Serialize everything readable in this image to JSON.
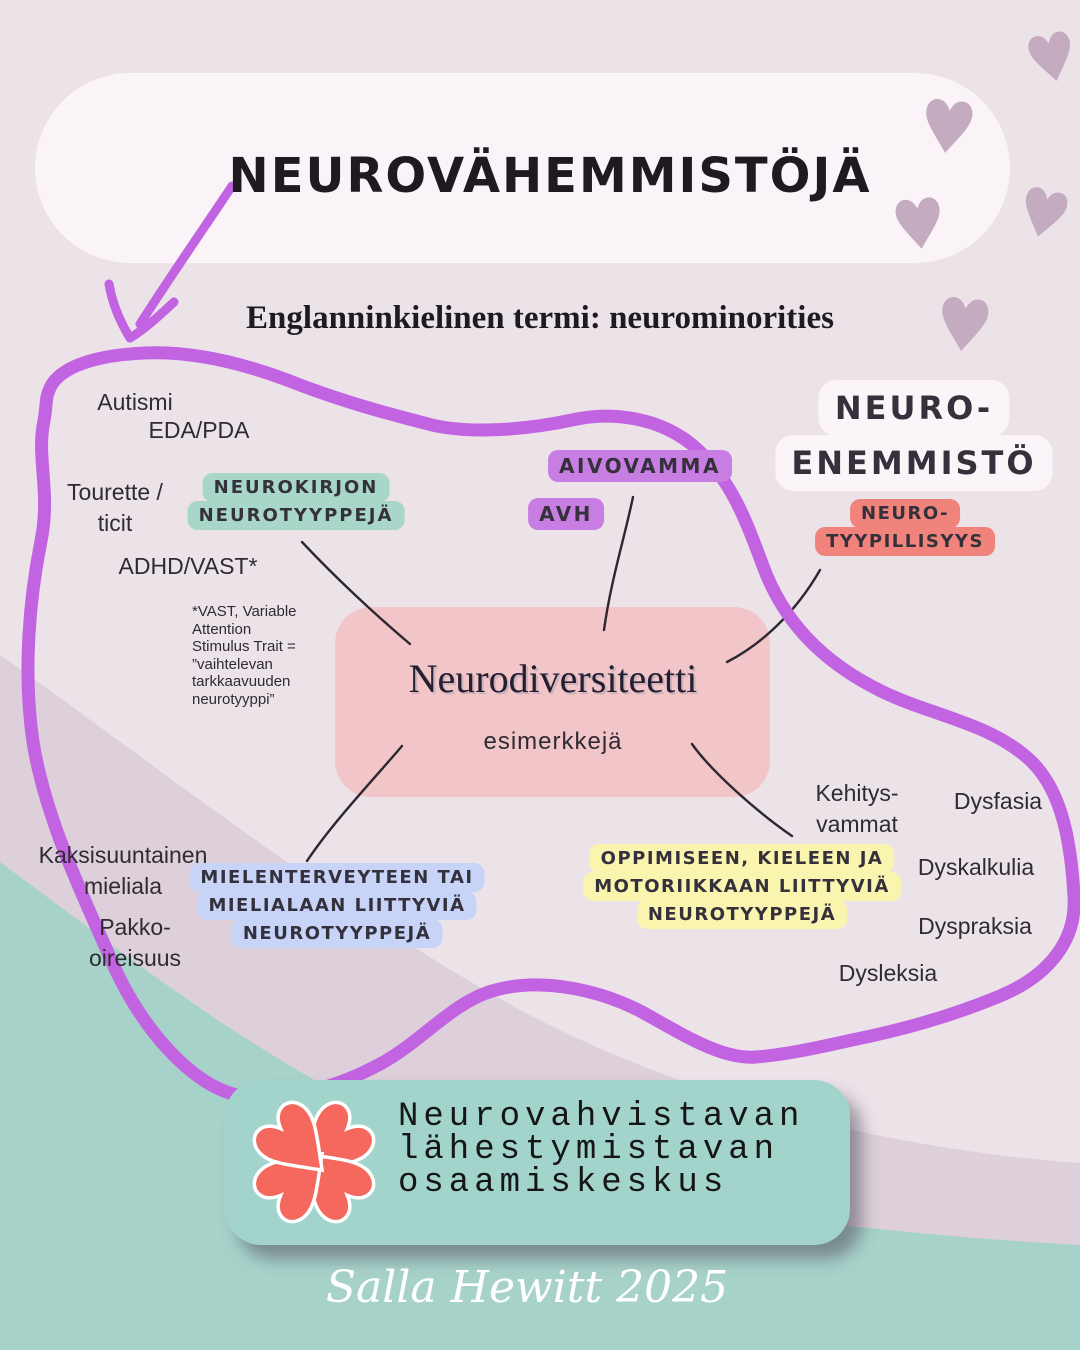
{
  "title": "NEUROVÄHEMMISTÖJÄ",
  "subtitle": "Englanninkielinen termi: neurominorities",
  "center": {
    "title": "Neurodiversiteetti",
    "subtitle": "esimerkkejä"
  },
  "majority": {
    "lines": [
      "NEURO-",
      "ENEMMISTÖ"
    ]
  },
  "pills": {
    "neurokirjon": {
      "lines": [
        "NEUROKIRJON",
        "NEUROTYYPPEJÄ"
      ]
    },
    "aivovamma": {
      "label": "AIVOVAMMA"
    },
    "avh": {
      "label": "AVH"
    },
    "neurotyypillisyys": {
      "lines": [
        "NEURO-",
        "TYYPILLISYYS"
      ]
    },
    "mielenterveys": {
      "lines": [
        "MIELENTERVEYTEEN TAI",
        "MIELIALAAN LIITTYVIÄ",
        "NEUROTYYPPEJÄ"
      ]
    },
    "oppiminen": {
      "lines": [
        "OPPIMISEEN, KIELEEN JA",
        "MOTORIIKKAAN LIITTYVIÄ",
        "NEUROTYYPPEJÄ"
      ]
    }
  },
  "nodes": {
    "autismi": "Autismi",
    "eda": "EDA/PDA",
    "tourette": {
      "lines": [
        "Tourette /",
        "ticit"
      ]
    },
    "adhd": "ADHD/VAST*",
    "kehitysvammat": {
      "lines": [
        "Kehitys-",
        "vammat"
      ]
    },
    "dysfasia": "Dysfasia",
    "dyskalkulia": "Dyskalkulia",
    "dyspraksia": "Dyspraksia",
    "dysleksia": "Dysleksia",
    "kaksisuuntainen": {
      "lines": [
        "Kaksisuuntainen",
        "mieliala"
      ]
    },
    "pakko": {
      "lines": [
        "Pakko-",
        "oireisuus"
      ]
    }
  },
  "footnote": {
    "lines": [
      "*VAST, Variable",
      "Attention",
      "Stimulus Trait =",
      "”vaihtelevan",
      "tarkkaavuuden",
      "neurotyyppi”"
    ]
  },
  "footer": {
    "org_lines": [
      "Neurovahvistavan",
      "lähestymistavan",
      "osaamiskeskus"
    ],
    "credit": "Salla Hewitt 2025"
  },
  "colors": {
    "background": "#ece3e9",
    "accent_purple": "#c263e2",
    "teal_pill": "#a8d7c9",
    "purple_pill": "#c77de1",
    "coral_pill": "#f0837b",
    "yellow_pill": "#f9f4ae",
    "blue_pill": "#c7d4f8",
    "center_pink": "#f2c5c8",
    "footer_teal": "#a2d4cc",
    "heart_mauve": "#c5abbf",
    "heart_coral": "#f5685e"
  }
}
